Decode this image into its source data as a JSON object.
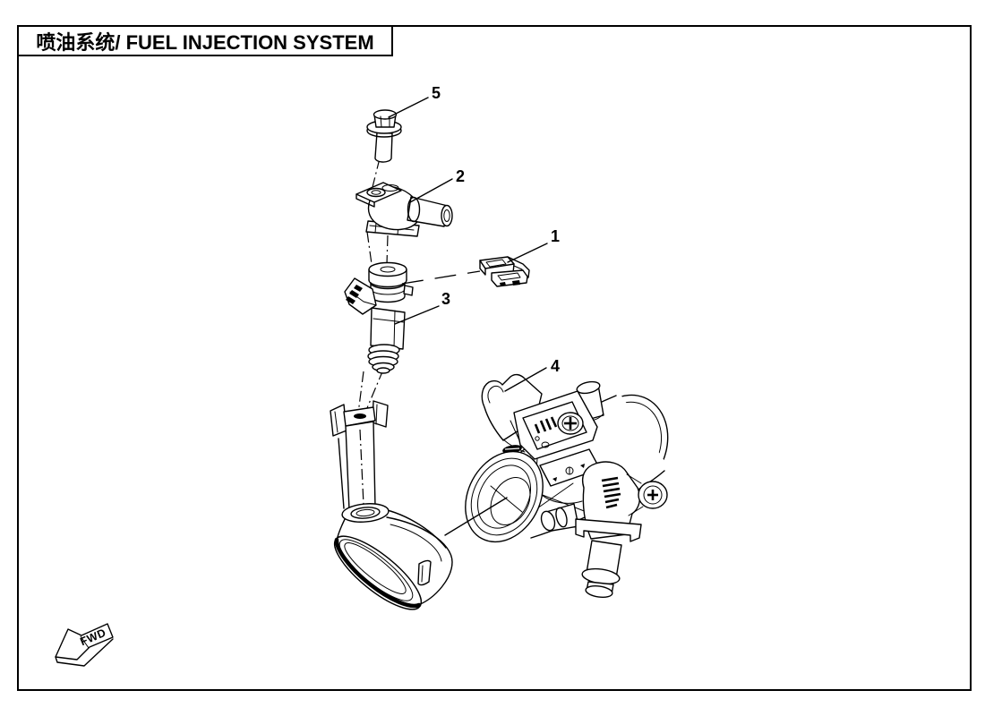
{
  "page": {
    "title": "喷油系统/ FUEL INJECTION SYSTEM",
    "background": "#ffffff",
    "line_color": "#000000"
  },
  "diagram": {
    "fwd_label": "FWD",
    "callouts": [
      {
        "label": "1",
        "part": "injector-clip"
      },
      {
        "label": "2",
        "part": "fuel-inlet-joint"
      },
      {
        "label": "3",
        "part": "fuel-injector"
      },
      {
        "label": "4",
        "part": "throttle-body"
      },
      {
        "label": "5",
        "part": "flange-bolt"
      }
    ]
  }
}
